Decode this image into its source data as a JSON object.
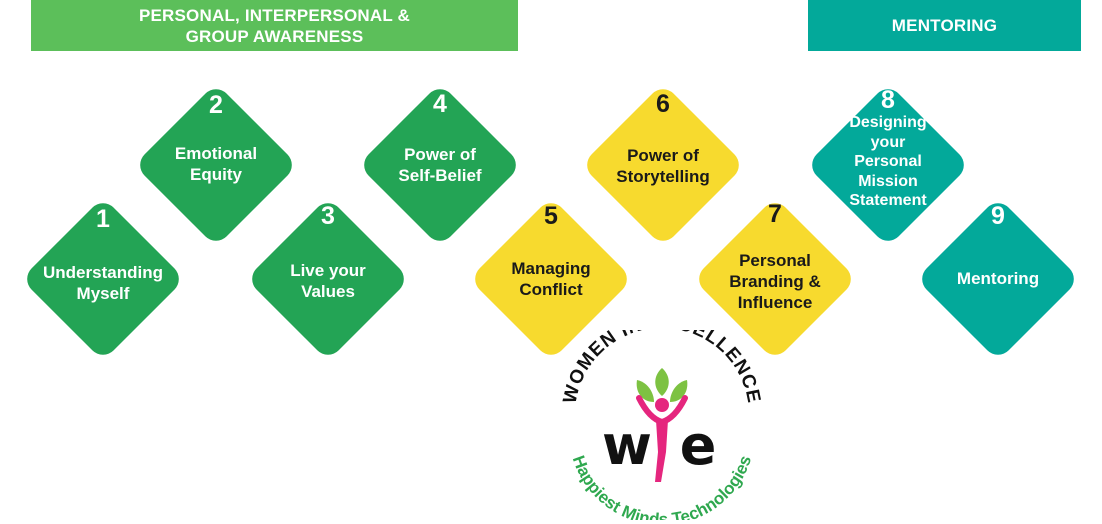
{
  "colors": {
    "green": "#23A455",
    "banner_green": "#5CBF5A",
    "yellow": "#F7DA2E",
    "teal": "#03A99A",
    "pink": "#E5267E",
    "leaf_green": "#7DC242",
    "brand_green": "#2FA84F"
  },
  "banners": {
    "left": {
      "text": "PERSONAL, INTERPERSONAL &\nGROUP AWARENESS",
      "color": "#5CBF5A"
    },
    "right": {
      "text": "MENTORING",
      "color": "#03A99A"
    }
  },
  "steps": [
    {
      "number": "1",
      "label": "Understanding\nMyself",
      "color": "#23A455"
    },
    {
      "number": "2",
      "label": "Emotional\nEquity",
      "color": "#23A455"
    },
    {
      "number": "3",
      "label": "Live your\nValues",
      "color": "#23A455"
    },
    {
      "number": "4",
      "label": "Power of\nSelf-Belief",
      "color": "#23A455"
    },
    {
      "number": "5",
      "label": "Managing\nConflict",
      "color": "#F7DA2E"
    },
    {
      "number": "6",
      "label": "Power of\nStorytelling",
      "color": "#F7DA2E"
    },
    {
      "number": "7",
      "label": "Personal\nBranding &\nInfluence",
      "color": "#F7DA2E"
    },
    {
      "number": "8",
      "label": "Designing\nyour\nPersonal\nMission\nStatement",
      "color": "#03A99A"
    },
    {
      "number": "9",
      "label": "Mentoring",
      "color": "#03A99A"
    }
  ],
  "logo": {
    "top_text": "WOMEN IN EXCELLENCE",
    "wordmark_left": "w",
    "wordmark_right": "e",
    "bottom_text": "Happiest Minds Technologies"
  }
}
